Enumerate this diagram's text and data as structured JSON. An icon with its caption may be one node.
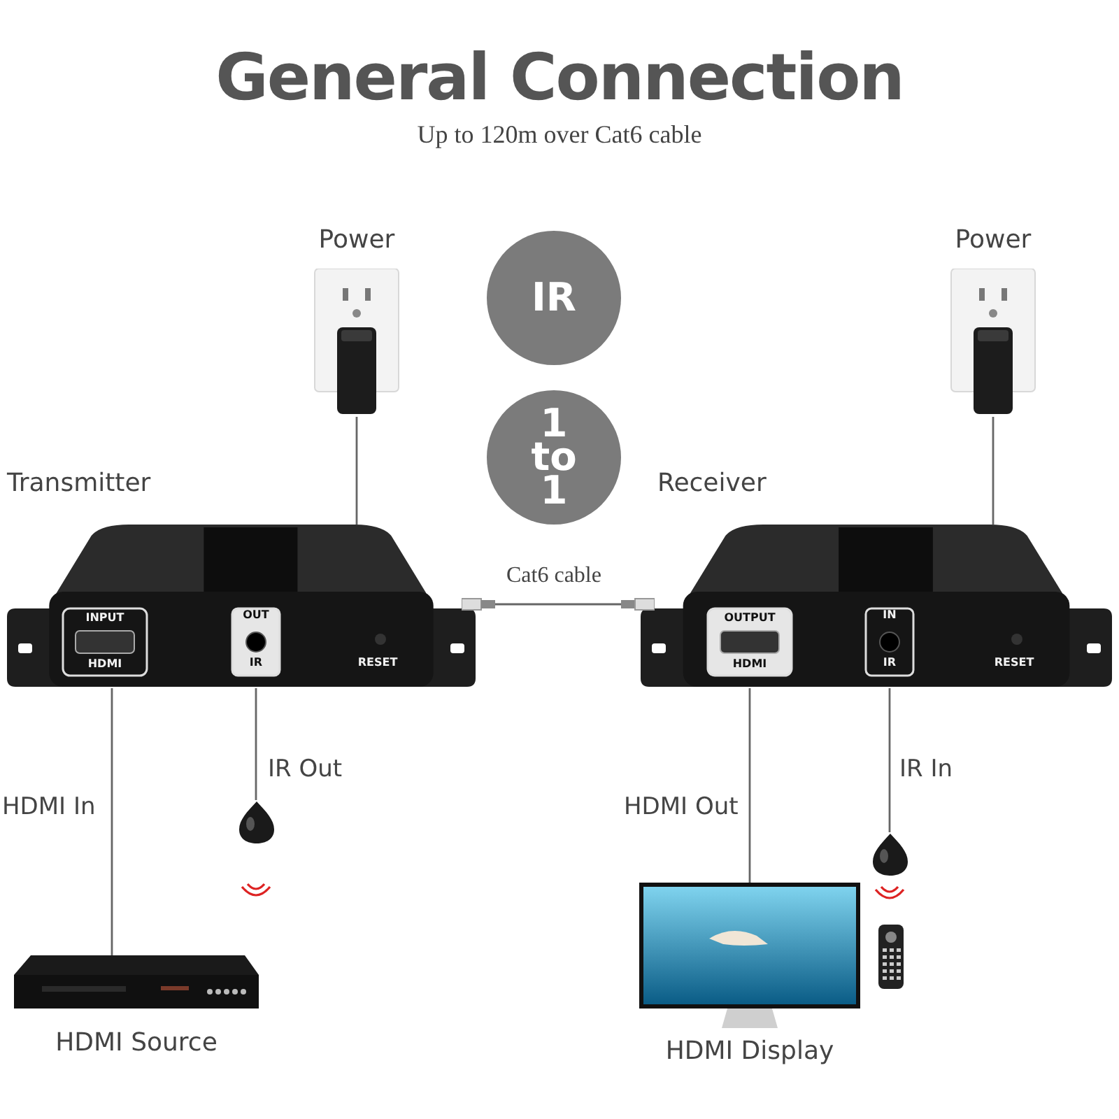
{
  "diagram": {
    "title": "General Connection",
    "nodes": [
      {
        "text": [
          "Power"
        ]
      },
      {
        "text": [
          "Transmitter",
          "INPUT",
          "HDMI",
          "OUT",
          "IR",
          "RESET"
        ]
      },
      {
        "text": [
          "IR"
        ]
      },
      {
        "text": [
          "1 to 1"
        ]
      },
      {
        "text": [
          "Power"
        ]
      },
      {
        "text": [
          "Receiver",
          "OUTPUT",
          "HDMI",
          "IN",
          "IR",
          "RESET"
        ]
      },
      {
        "text": [],
        "shape": "picture"
      },
      {
        "text": [
          "HDMI Source"
        ]
      },
      {
        "text": [],
        "shape": "picture"
      },
      {
        "text": [
          "HDMI Display"
        ]
      }
    ],
    "edges": [
      {
        "from": 0,
        "to": 1,
        "arrow": "none"
      },
      {
        "from": 4,
        "to": 5,
        "arrow": "none"
      },
      {
        "from": 1,
        "to": 5,
        "arrow": "none",
        "label": "Cat6 cable"
      },
      {
        "from": 7,
        "to": 1,
        "arrow": "none",
        "label": "HDMI In"
      },
      {
        "from": 1,
        "to": 6,
        "arrow": "none",
        "label": "IR Out"
      },
      {
        "from": 5,
        "to": 9,
        "arrow": "none",
        "label": "HDMI Out"
      },
      {
        "from": 5,
        "to": 8,
        "arrow": "none",
        "label": "IR In"
      }
    ],
    "labels": [
      "Up to 120m over Cat6 cable"
    ]
  }
}
